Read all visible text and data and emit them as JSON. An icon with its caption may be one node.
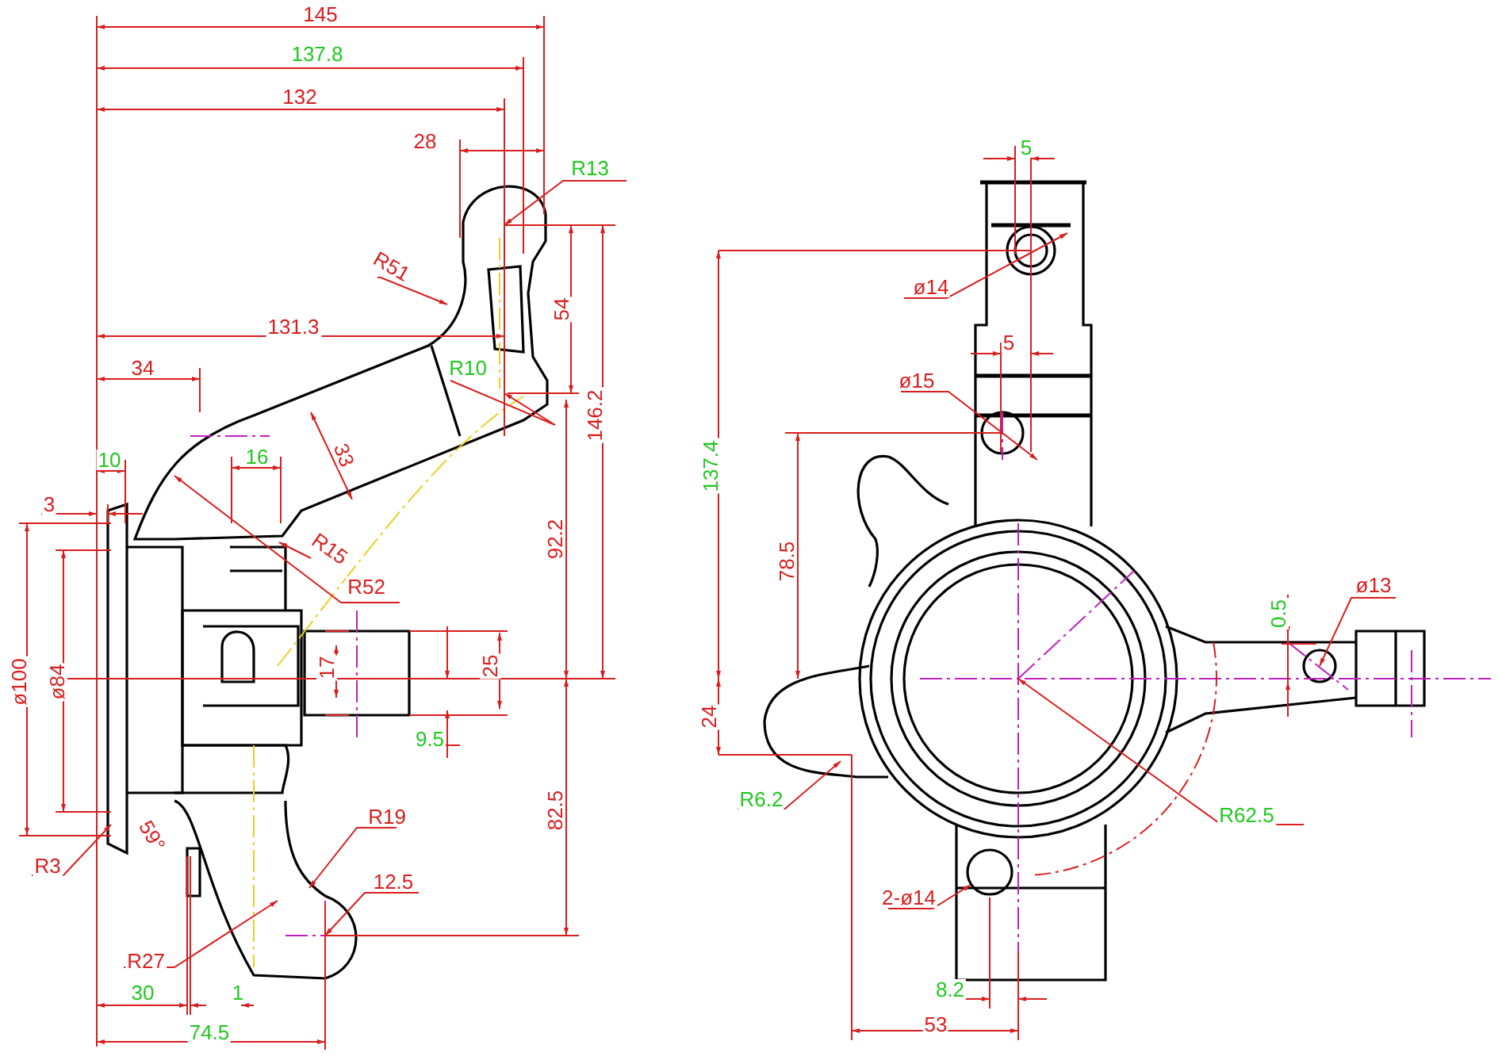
{
  "diagram": {
    "labels": [
      "145",
      "137.8",
      "132",
      "28",
      "R13",
      "5",
      "ø14",
      "R51",
      "54",
      "131.3",
      "5",
      "R10",
      "ø15",
      "34",
      "146.2",
      "137.4",
      "33",
      "10",
      "16",
      "3",
      "R15",
      "R52",
      "92.2",
      "78.5",
      "ø13",
      "ø100",
      "ø84",
      "0.5",
      "17",
      "25",
      "24",
      "9.5",
      "R6.2",
      "R62.5",
      "R3",
      "59°",
      "R19",
      "82.5",
      "12.5",
      "2-ø14",
      "R27",
      "30",
      "1",
      "8.2",
      "53",
      "74.5"
    ]
  }
}
